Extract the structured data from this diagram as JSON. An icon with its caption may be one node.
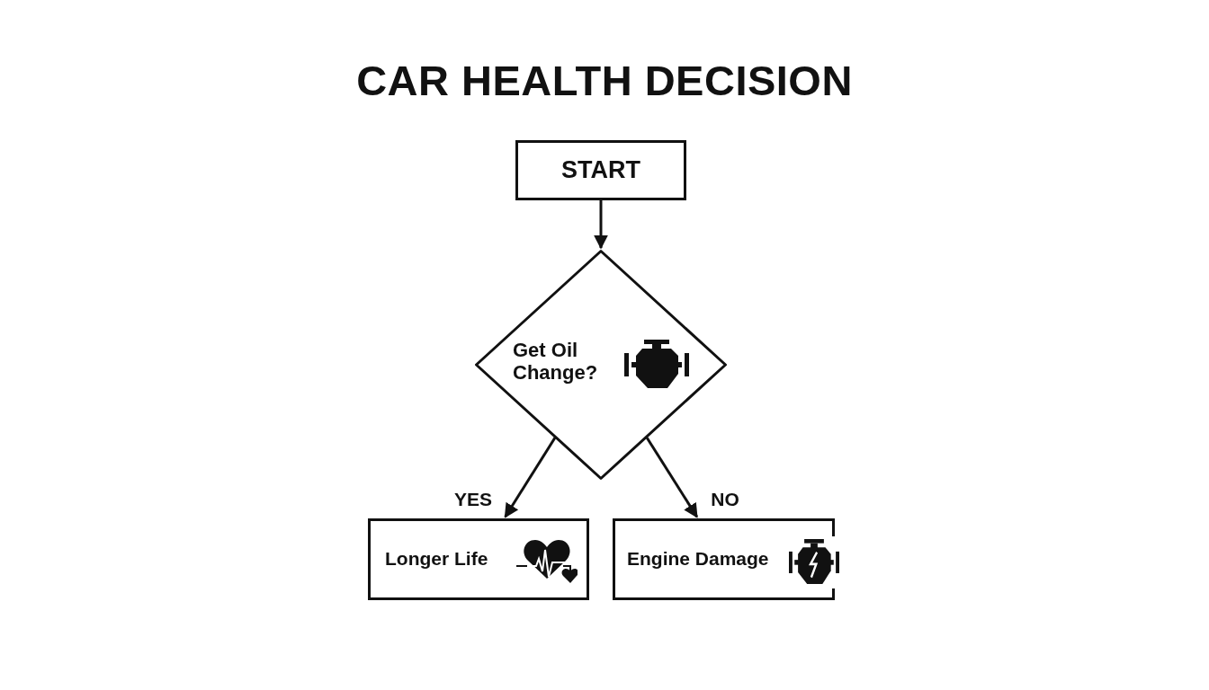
{
  "diagram": {
    "title": "CAR HEALTH DECISION",
    "nodes": [
      {
        "text": [
          "START"
        ]
      },
      {
        "text": [
          "Get Oil Change?"
        ]
      },
      {
        "text": [
          "Longer Life"
        ]
      },
      {
        "text": [
          "Engine Damage"
        ]
      }
    ],
    "edges": [
      {
        "from": 0,
        "to": 1,
        "arrow": "to"
      },
      {
        "from": 1,
        "to": 2,
        "arrow": "to",
        "label": "YES"
      },
      {
        "from": 1,
        "to": 3,
        "arrow": "to",
        "label": "NO"
      }
    ]
  }
}
